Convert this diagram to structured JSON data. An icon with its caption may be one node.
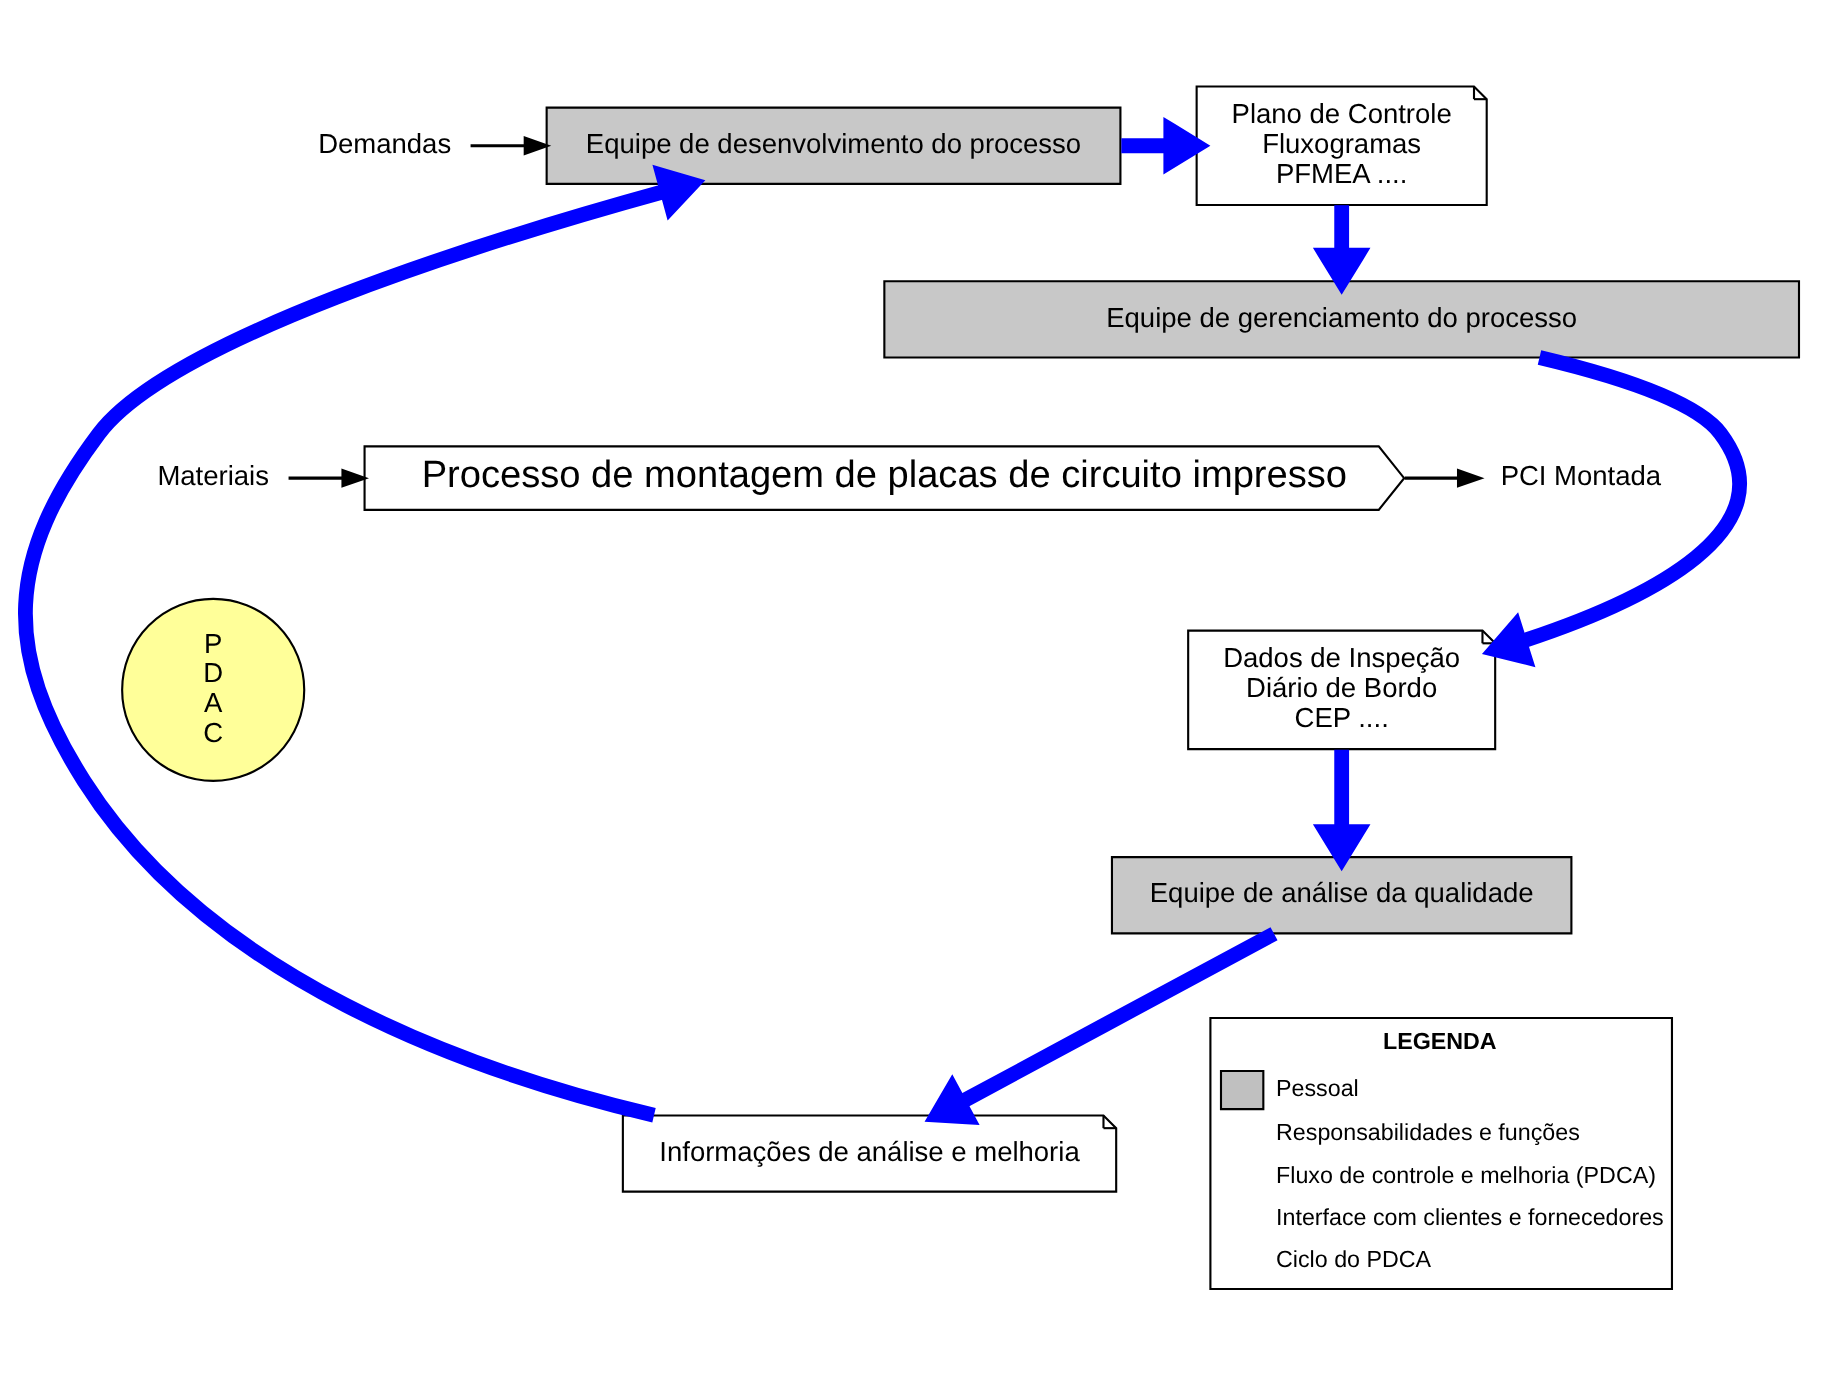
{
  "diagram": {
    "nodes": [
      {
        "text": [
          "Demandas"
        ]
      },
      {
        "text": [
          "Equipe de desenvolvimento do processo"
        ]
      },
      {
        "text": [
          "Plano de Controle",
          "Fluxogramas",
          "PFMEA ...."
        ]
      },
      {
        "text": [
          "Equipe de gerenciamento do processo"
        ]
      },
      {
        "text": [
          "Processo de montagem de placas de circuito impresso"
        ]
      },
      {
        "text": [
          "Materiais"
        ]
      },
      {
        "text": [
          "PCI Montada"
        ]
      },
      {
        "text": [
          "Dados de Inspeção",
          "Diário de Bordo",
          "CEP ...."
        ]
      },
      {
        "text": [
          "Equipe de análise da qualidade"
        ]
      },
      {
        "text": [
          "Informações de análise e melhoria"
        ]
      },
      {
        "text": [
          "P",
          "D",
          "A",
          "C"
        ]
      }
    ],
    "edges": [
      {
        "from": 0,
        "to": 1,
        "arrow": "to",
        "color": "#000000"
      },
      {
        "from": 1,
        "to": 2,
        "arrow": "to"
      },
      {
        "from": 2,
        "to": 3,
        "arrow": "to"
      },
      {
        "from": 5,
        "to": 4,
        "arrow": "to",
        "color": "#000000"
      },
      {
        "from": 4,
        "to": 6,
        "arrow": "to",
        "color": "#000000"
      },
      {
        "from": 3,
        "to": 7,
        "arrow": "to"
      },
      {
        "from": 7,
        "to": 8,
        "arrow": "to"
      },
      {
        "from": 8,
        "to": 9,
        "arrow": "to"
      },
      {
        "from": 9,
        "to": 1,
        "arrow": "to"
      }
    ],
    "labels": [
      "LEGENDA"
    ],
    "legend": [
      {
        "text": "Pessoal",
        "color": "#c0c0c0"
      },
      {
        "text": "Responsabilidades e funções"
      },
      {
        "text": "Fluxo de controle e melhoria (PDCA)"
      },
      {
        "text": "Interface com clientes e fornecedores"
      },
      {
        "text": "Ciclo do PDCA"
      }
    ]
  }
}
